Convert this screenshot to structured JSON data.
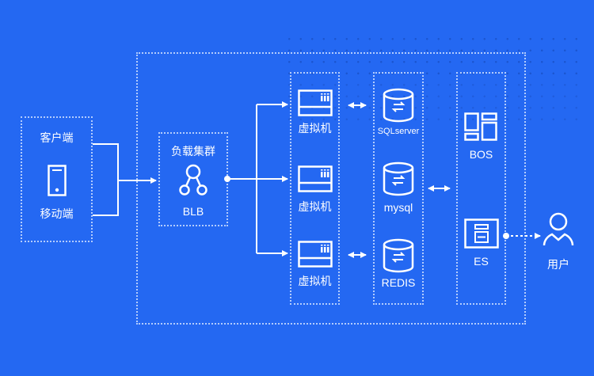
{
  "colors": {
    "background": "#2468f2",
    "line": "#ffffff",
    "dotted_border": "#cddeff",
    "grid_dot": "#1b55cf"
  },
  "client": {
    "title": "客户端",
    "device_label": "移动端",
    "icon": "mobile-phone-icon"
  },
  "load_balancer": {
    "title": "负载集群",
    "label": "BLB",
    "icon": "share-nodes-icon"
  },
  "vms": [
    {
      "label": "虚拟机",
      "icon": "server-icon"
    },
    {
      "label": "虚拟机",
      "icon": "server-icon"
    },
    {
      "label": "虚拟机",
      "icon": "server-icon"
    }
  ],
  "databases": [
    {
      "label": "SQLserver",
      "icon": "database-icon"
    },
    {
      "label": "mysql",
      "icon": "database-icon"
    },
    {
      "label": "REDIS",
      "icon": "database-icon"
    }
  ],
  "storage": [
    {
      "label": "BOS",
      "icon": "layout-blocks-icon"
    },
    {
      "label": "ES",
      "icon": "search-doc-icon"
    }
  ],
  "user": {
    "label": "用户",
    "icon": "user-icon"
  }
}
